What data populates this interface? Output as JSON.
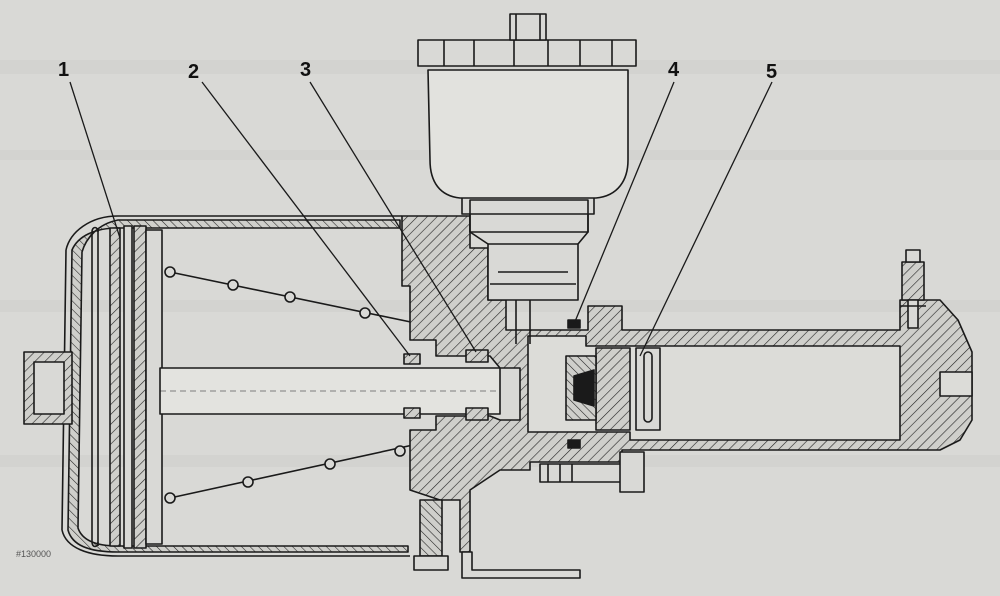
{
  "callouts": [
    {
      "label": "1"
    },
    {
      "label": "2"
    },
    {
      "label": "3"
    },
    {
      "label": "4"
    },
    {
      "label": "5"
    }
  ],
  "corner_text": "#130000",
  "colors": {
    "paper": "#d9d9d6",
    "ink": "#1a1a1a",
    "cut_fill": "#cfcfcb"
  }
}
